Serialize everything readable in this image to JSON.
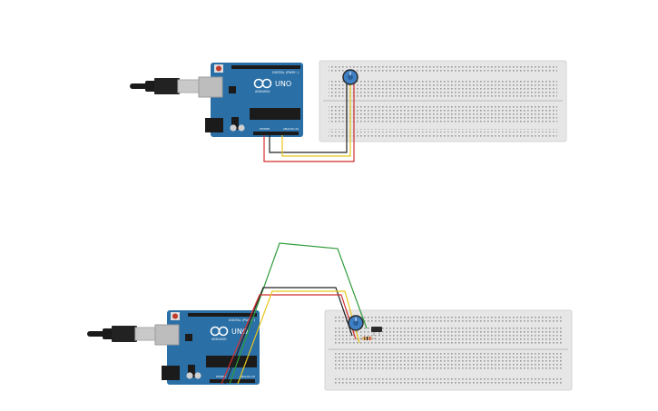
{
  "circuits": [
    {
      "board": {
        "brand": "ARDUINO",
        "model": "UNO",
        "digital_label": "DIGITAL (PWM~)",
        "power_label": "POWER",
        "analog_label": "ANALOG IN"
      },
      "components": [
        {
          "icon": "potentiometer-icon"
        }
      ],
      "wires": [
        {
          "color": "#d32f2f"
        },
        {
          "color": "#222222"
        },
        {
          "color": "#e6c619"
        }
      ]
    },
    {
      "board": {
        "brand": "ARDUINO",
        "model": "UNO",
        "digital_label": "DIGITAL (PWM~)",
        "power_label": "POWER",
        "analog_label": "ANALOG IN"
      },
      "components": [
        {
          "icon": "potentiometer-icon"
        },
        {
          "icon": "resistor-icon"
        },
        {
          "icon": "photoresistor-icon"
        }
      ],
      "wires": [
        {
          "color": "#2e9c3a"
        },
        {
          "color": "#222222"
        },
        {
          "color": "#d32f2f"
        },
        {
          "color": "#e6c619"
        }
      ]
    }
  ],
  "colors": {
    "board": "#2a6fa6",
    "board_dark": "#1d5785",
    "breadboard": "#e6e6e6",
    "hole": "#9a9a9a",
    "usb_cable": "#1b1b1b",
    "usb_connector": "#c9c9c9",
    "knob": "#3f7fc4"
  }
}
